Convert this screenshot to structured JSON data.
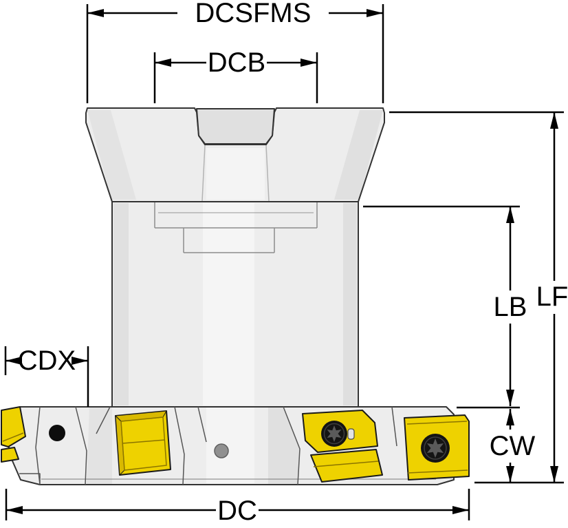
{
  "diagram": {
    "type": "technical-dimension-drawing",
    "subject": "Indexable face milling cutter, side elevation with dimension callouts",
    "dimensions": {
      "dcsfms": "DCSFMS",
      "dcb": "DCB",
      "lf": "LF",
      "lb": "LB",
      "cdx": "CDX",
      "cw": "CW",
      "dc": "DC"
    },
    "colors": {
      "background": "#ffffff",
      "body": "#ededed",
      "body_shade": "#e0e0e0",
      "insert": "#eed200",
      "insert_edge": "#d9b900",
      "screw": "#141414",
      "outline": "#333333",
      "dimension": "#000000"
    }
  }
}
